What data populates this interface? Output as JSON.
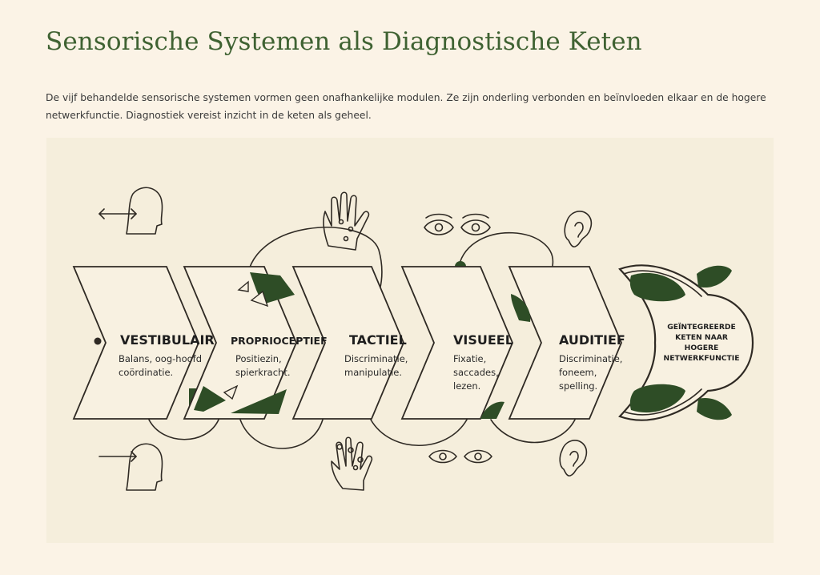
{
  "page": {
    "title": "Sensorische Systemen als Diagnostische Keten",
    "intro": "De vijf behandelde sensorische systemen vormen geen onafhankelijke modulen. Ze zijn onderling verbonden en beïnvloeden elkaar en de hogere netwerkfunctie. Diagnostiek vereist inzicht in de keten als geheel."
  },
  "diagram": {
    "stages": [
      {
        "name": "VESTIBULAIR",
        "desc": [
          "Balans, oog-hoofd",
          "coördinatie."
        ],
        "icon": "head-arrow-icon"
      },
      {
        "name": "PROPRIOCEPTIEF",
        "desc": [
          "Positiezin,",
          "spierkracht."
        ],
        "icon": "hand-joints-icon"
      },
      {
        "name": "TACTIEL",
        "desc": [
          "Discriminatie,",
          "manipulatie."
        ],
        "icon": "hand-icon"
      },
      {
        "name": "VISUEEL",
        "desc": [
          "Fixatie,",
          "saccades,",
          "lezen."
        ],
        "icon": "eyes-icon"
      },
      {
        "name": "AUDITIEF",
        "desc": [
          "Discriminatie,",
          "foneem,",
          "spelling."
        ],
        "icon": "ear-icon"
      }
    ],
    "goal": [
      "GEÏNTEGREERDE",
      "KETEN NAAR",
      "HOGERE",
      "NETWERKFUNCTIE"
    ],
    "colors": {
      "accent": "#3f6232",
      "leaf": "#2e4d26",
      "line": "#2f2a24",
      "background": "#fbf3e6",
      "panel": "#f5eedc"
    }
  }
}
